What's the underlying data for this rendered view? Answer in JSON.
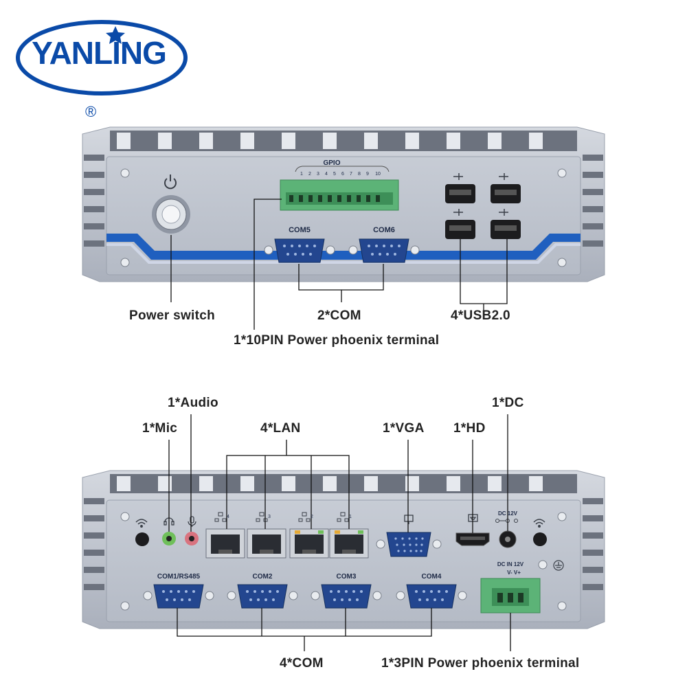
{
  "logo": {
    "text": "YANLING",
    "registered_mark": "®"
  },
  "front_panel": {
    "gpio_label": "GPIO",
    "gpio_pins": [
      "1",
      "2",
      "3",
      "4",
      "5",
      "6",
      "7",
      "8",
      "9",
      "10"
    ],
    "com_labels": [
      "COM5",
      "COM6"
    ],
    "callouts": {
      "power_switch": "Power switch",
      "com": "2*COM",
      "usb": "4*USB2.0",
      "terminal": "1*10PIN Power phoenix terminal"
    }
  },
  "rear_panel": {
    "com_labels": [
      "COM1/RS485",
      "COM2",
      "COM3",
      "COM4"
    ],
    "lan_numbers": [
      "4",
      "3",
      "2",
      "1"
    ],
    "dc_label": "DC 12V",
    "dc_in_label": "DC IN 12V",
    "dc_in_pins": "V-  V+",
    "callouts": {
      "audio": "1*Audio",
      "mic": "1*Mic",
      "lan": "4*LAN",
      "vga": "1*VGA",
      "hd": "1*HD",
      "dc": "1*DC",
      "com": "4*COM",
      "terminal": "1*3PIN Power phoenix terminal"
    }
  },
  "colors": {
    "brand_blue": "#0a4aa8",
    "chassis": "#b9bec9",
    "chassis_dark": "#8f96a3",
    "accent_stripe": "#1f5fbf",
    "terminal_green": "#5cb377",
    "com_blue": "#23468f"
  }
}
